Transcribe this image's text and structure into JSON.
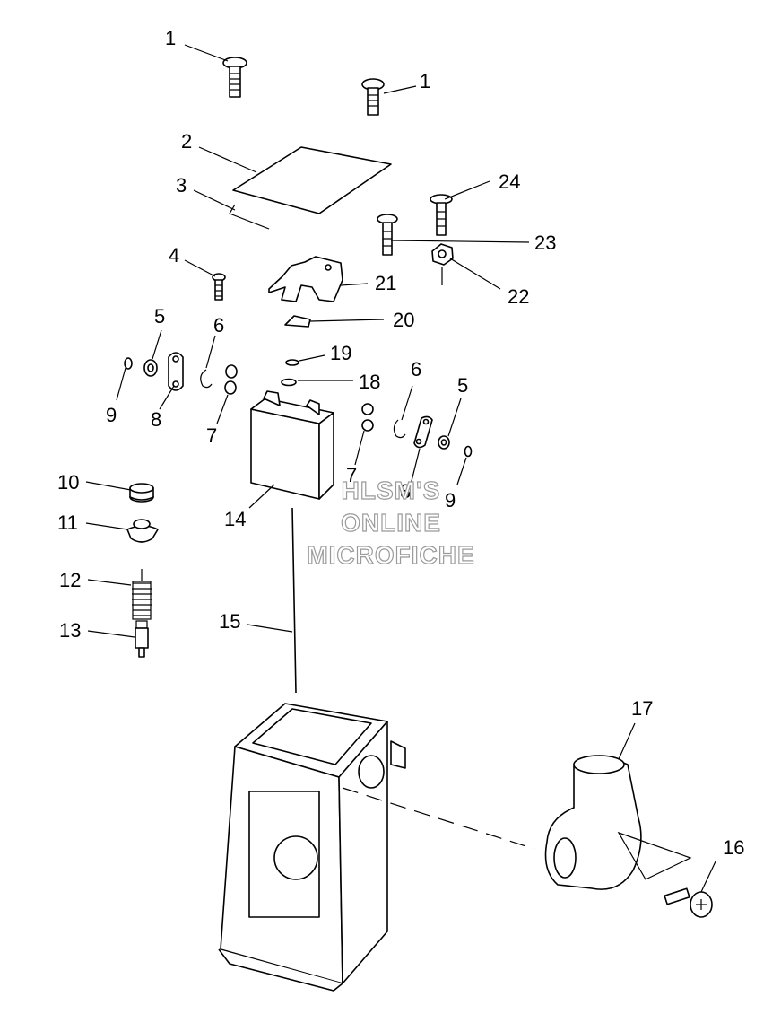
{
  "callouts": {
    "c1a": "1",
    "c1b": "1",
    "c2": "2",
    "c3": "3",
    "c4": "4",
    "c5a": "5",
    "c5b": "5",
    "c6a": "6",
    "c6b": "6",
    "c7a": "7",
    "c7b": "7",
    "c8a": "8",
    "c8b": "8",
    "c9a": "9",
    "c9b": "9",
    "c10": "10",
    "c11": "11",
    "c12": "12",
    "c13": "13",
    "c14": "14",
    "c15": "15",
    "c16": "16",
    "c17": "17",
    "c18": "18",
    "c19": "19",
    "c20": "20",
    "c21": "21",
    "c22": "22",
    "c23": "23",
    "c24": "24"
  },
  "watermark": {
    "line1": "HLSM'S",
    "line2": "ONLINE",
    "line3": "MICROFICHE"
  }
}
